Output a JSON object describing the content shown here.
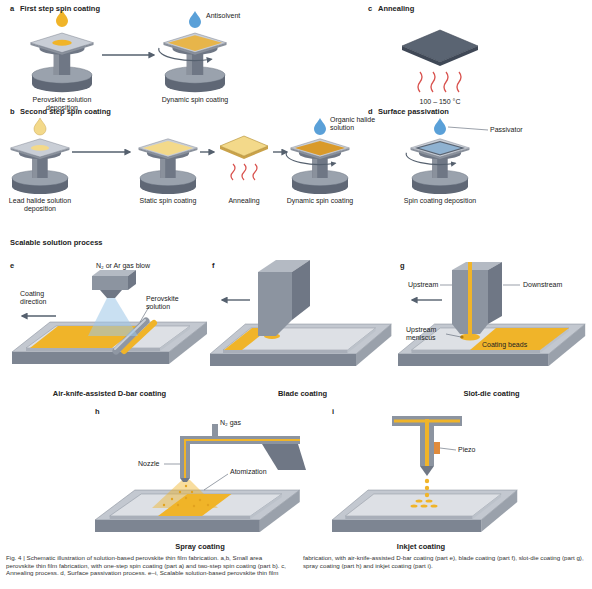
{
  "diagram": {
    "caption": "Fig. 4 | Schematic illustration of solution-based perovskite thin film fabrication. a,b, Small area perovskite thin film fabrication, with one-step spin coating (part a) and two-step spin coating (part b). c, Annealing process. d, Surface passivation process. e–i, Scalable solution-based perovskite thin film fabrication, with air-knife-assisted D-bar coating (part e), blade coating (part f), slot-die coating (part g), spray coating (part h) and inkjet coating (part i).",
    "labels": [
      "a",
      "First step spin coating",
      "Antisolvent",
      "Perovskite solution deposition",
      "Dynamic spin coating",
      "c",
      "Annealing",
      "100 – 150 °C",
      "b",
      "Second step spin coating",
      "Lead halide solution deposition",
      "Static spin coating",
      "Annealing",
      "Organic halide solution",
      "Dynamic spin coating",
      "d",
      "Surface passivation",
      "Passivator",
      "Spin coating deposition",
      "Scalable solution process",
      "e",
      "N₂ or Ar gas blow",
      "Coating direction",
      "Perovskite solution",
      "Air-knife-assisted D-bar coating",
      "f",
      "Blade coating",
      "g",
      "Upstream",
      "Downstream",
      "Upstream meniscus",
      "Coating beads",
      "Slot-die coating",
      "h",
      "N₂ gas",
      "Nozzle",
      "Atomization",
      "Spray coating",
      "i",
      "Piezo",
      "Inkjet coating"
    ]
  }
}
